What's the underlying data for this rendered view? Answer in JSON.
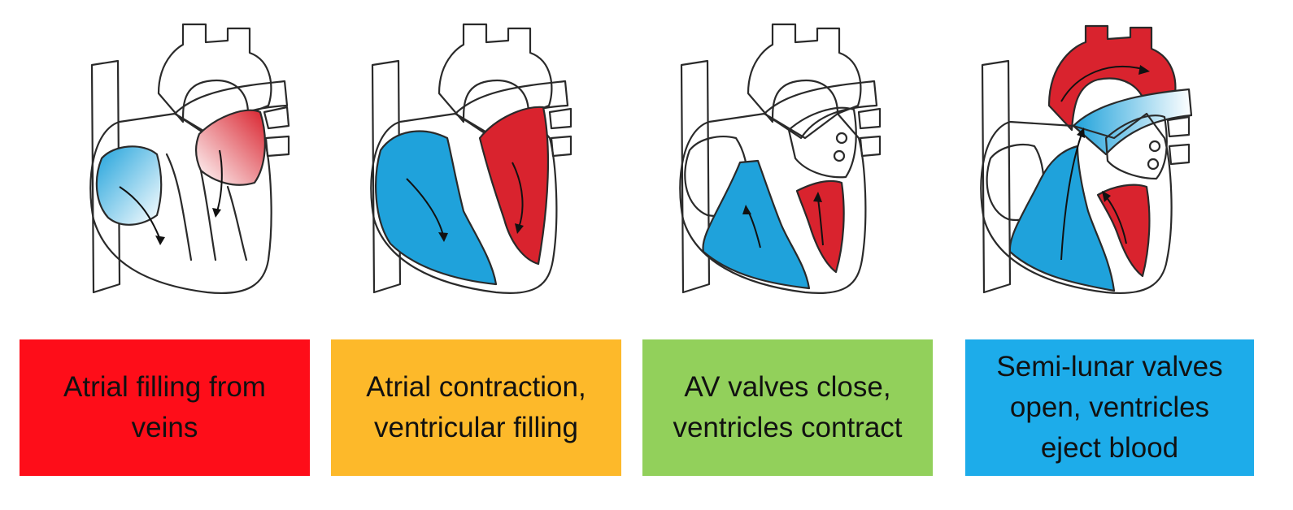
{
  "stages": [
    {
      "label": "Atrial filling from\nveins",
      "box_color": "#FE0D19"
    },
    {
      "label": "Atrial contraction,\nventricular filling",
      "box_color": "#FDB92A"
    },
    {
      "label": "AV valves close,\nventricles contract",
      "box_color": "#92D05B"
    },
    {
      "label": "Semi-lunar valves\nopen, ventricles\neject blood",
      "box_color": "#1DACEA"
    }
  ],
  "colors": {
    "deoxygenated_blood": "#1FA2DB",
    "oxygenated_blood": "#D9232E",
    "outline": "#2A2A2A"
  }
}
